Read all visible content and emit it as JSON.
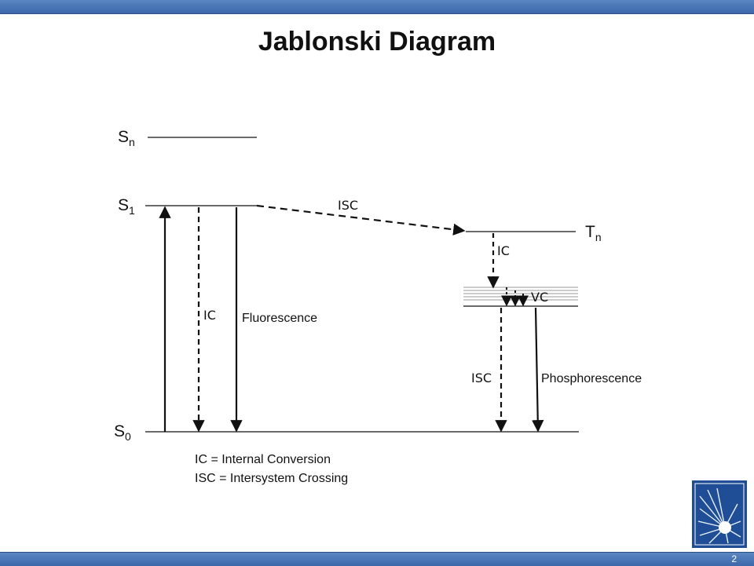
{
  "slide": {
    "title": "Jablonski Diagram",
    "page_number": "2"
  },
  "levels": {
    "sn": {
      "base": "S",
      "sub": "n"
    },
    "s1": {
      "base": "S",
      "sub": "1"
    },
    "s0": {
      "base": "S",
      "sub": "0"
    },
    "tn": {
      "base": "T",
      "sub": "n"
    }
  },
  "transitions": {
    "isc_top": "ISC",
    "ic_triplet": "IC",
    "vc": "VC",
    "ic_singlet": "IC",
    "fluorescence": "Fluorescence",
    "isc_bottom": "ISC",
    "phosphorescence": "Phosphorescence"
  },
  "legend": {
    "line1": "IC = Internal Conversion",
    "line2": "ISC = Intersystem Crossing"
  },
  "colors": {
    "bar": "#4a78b8",
    "logo_bg": "#1f4e96",
    "ink": "#111111"
  },
  "icons": {
    "logo": "starburst-logo-icon"
  }
}
